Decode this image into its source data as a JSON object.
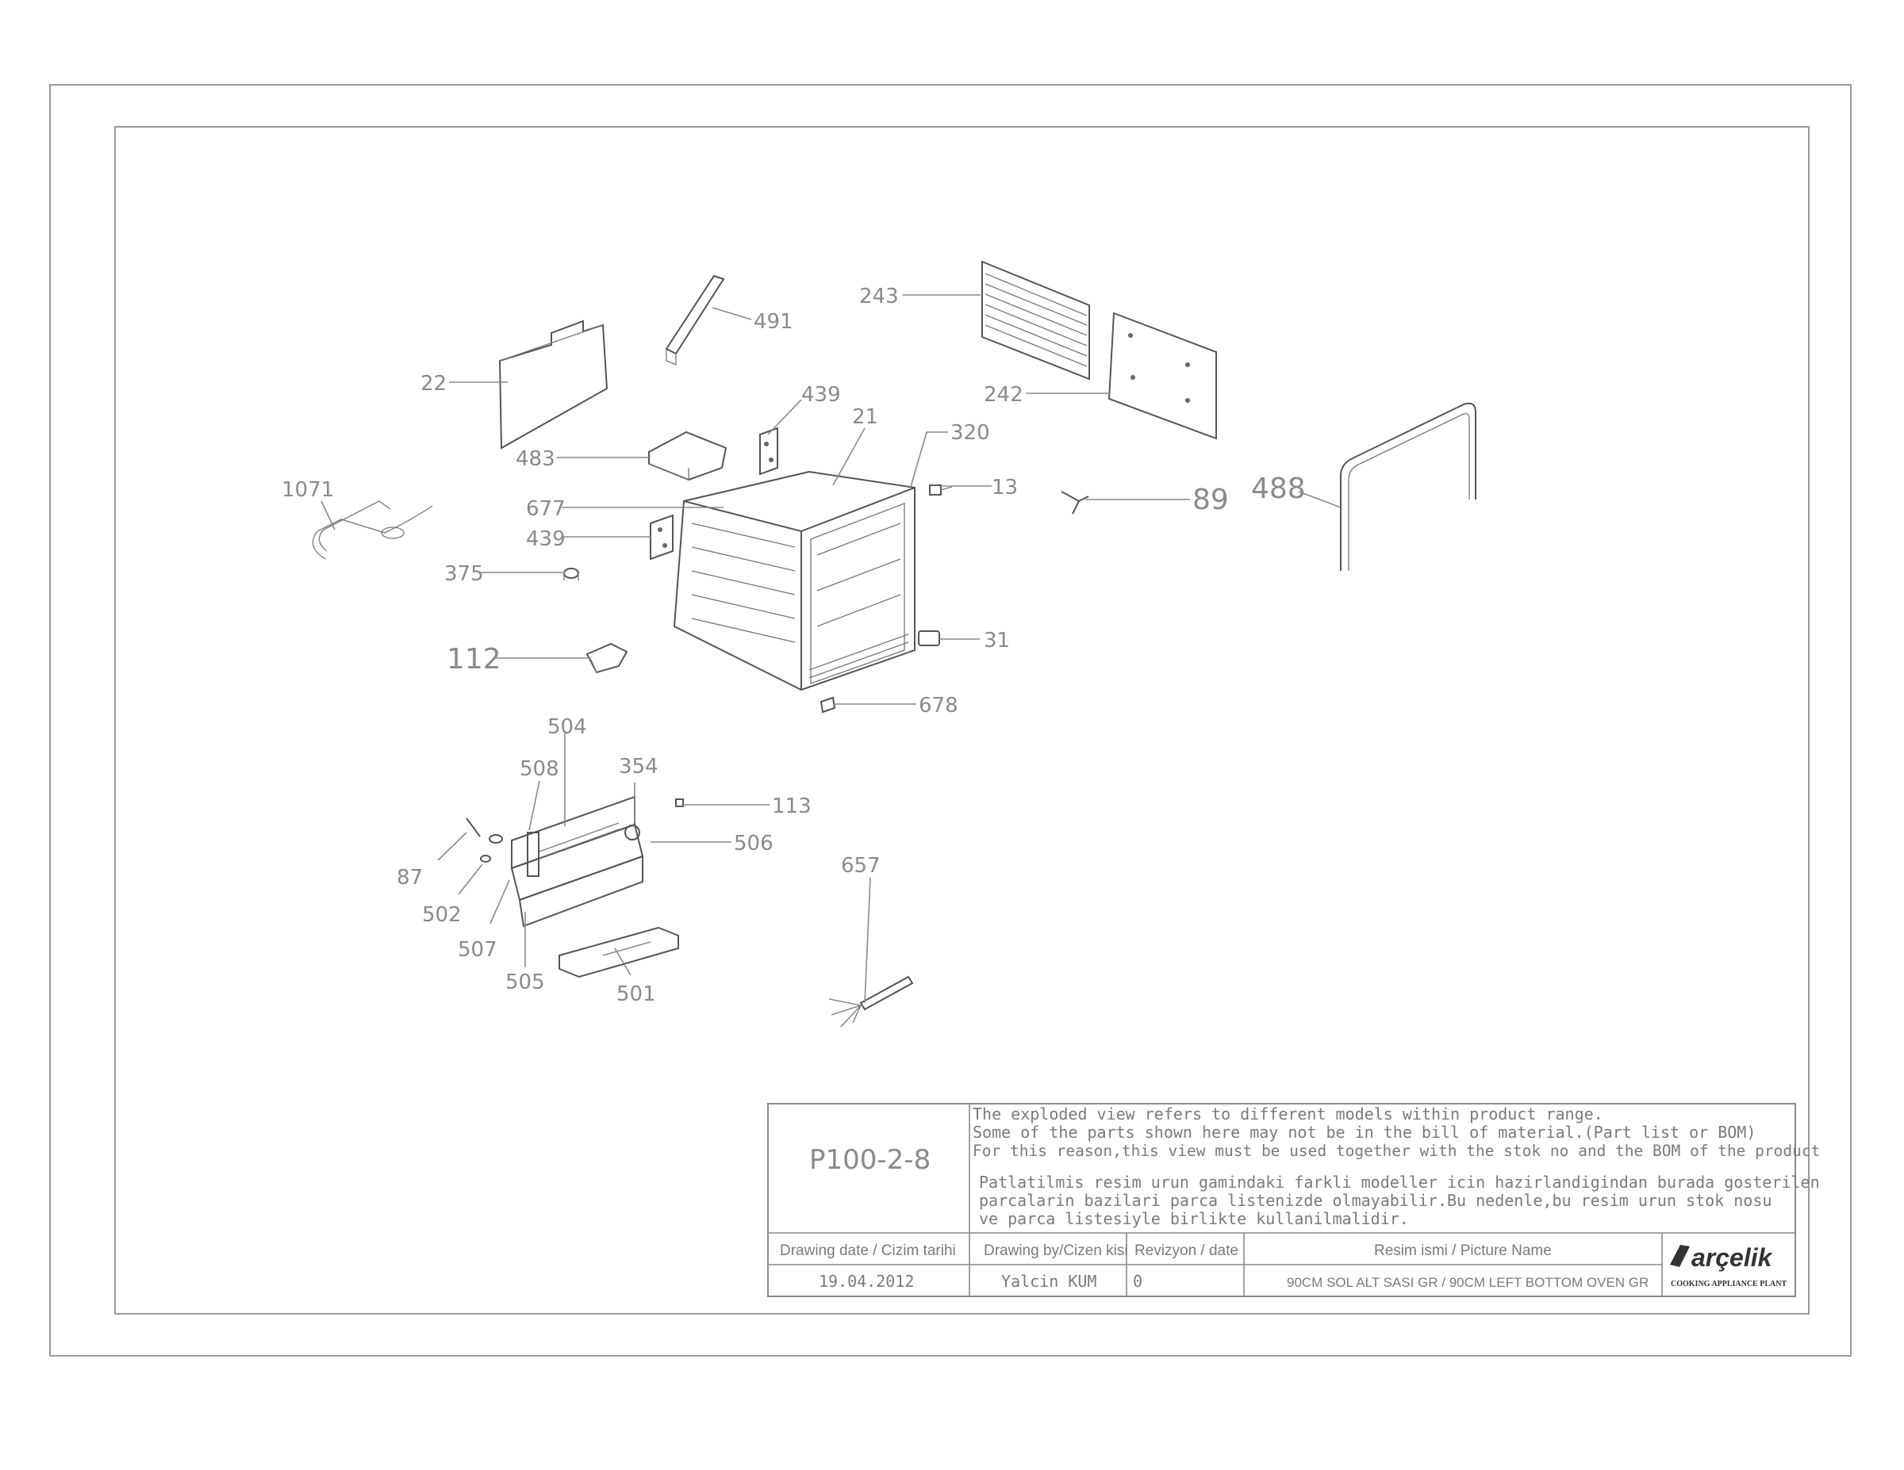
{
  "drawing": {
    "code": "P100-2-8",
    "note_en": [
      "The exploded view refers to different models within product range.",
      "Some of the parts shown here may not be in the bill of material.(Part list or BOM)",
      "For this reason,this view must be used together with the stok no and the BOM of the product"
    ],
    "note_tr": [
      "Patlatilmis resim urun gamindaki farkli modeller icin hazirlandigindan burada gosterilen",
      "parcalarin bazilari parca listenizde olmayabilir.Bu nedenle,bu resim urun stok nosu",
      "ve parca listesiyle birlikte kullanilmalidir."
    ],
    "headers": {
      "date": "Drawing date / Cizim tarihi",
      "by": "Drawing by/Cizen kisi",
      "revision": "Revizyon / date",
      "name": "Resim ismi / Picture Name"
    },
    "values": {
      "date": "19.04.2012",
      "by": "Yalcin KUM",
      "revision": "0",
      "name": "90CM SOL ALT SASI GR / 90CM LEFT BOTTOM OVEN GR"
    },
    "logo": {
      "brand": "arçelik",
      "subtitle": "COOKING APPLIANCE PLANT"
    }
  },
  "callouts": [
    {
      "id": "c243",
      "label": "243"
    },
    {
      "id": "c491",
      "label": "491"
    },
    {
      "id": "c22",
      "label": "22"
    },
    {
      "id": "c242",
      "label": "242"
    },
    {
      "id": "c439a",
      "label": "439"
    },
    {
      "id": "c21",
      "label": "21"
    },
    {
      "id": "c320",
      "label": "320"
    },
    {
      "id": "c483",
      "label": "483"
    },
    {
      "id": "c1071",
      "label": "1071"
    },
    {
      "id": "c13",
      "label": "13"
    },
    {
      "id": "c89",
      "label": "89"
    },
    {
      "id": "c488",
      "label": "488"
    },
    {
      "id": "c677",
      "label": "677"
    },
    {
      "id": "c439b",
      "label": "439"
    },
    {
      "id": "c375",
      "label": "375"
    },
    {
      "id": "c31",
      "label": "31"
    },
    {
      "id": "c112",
      "label": "112"
    },
    {
      "id": "c678",
      "label": "678"
    },
    {
      "id": "c504",
      "label": "504"
    },
    {
      "id": "c508",
      "label": "508"
    },
    {
      "id": "c354",
      "label": "354"
    },
    {
      "id": "c113",
      "label": "113"
    },
    {
      "id": "c506",
      "label": "506"
    },
    {
      "id": "c87",
      "label": "87"
    },
    {
      "id": "c657",
      "label": "657"
    },
    {
      "id": "c502",
      "label": "502"
    },
    {
      "id": "c507",
      "label": "507"
    },
    {
      "id": "c505",
      "label": "505"
    },
    {
      "id": "c501",
      "label": "501"
    }
  ]
}
